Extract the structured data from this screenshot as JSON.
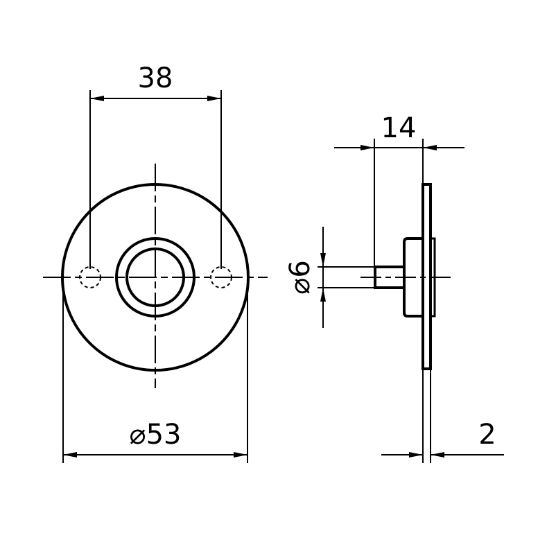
{
  "dimensions": {
    "hole_spacing": "38",
    "outer_diameter": "⌀53",
    "depth": "14",
    "pin_diameter": "⌀6",
    "plate_thickness": "2"
  },
  "colors": {
    "line": "#000000",
    "background": "#ffffff"
  }
}
